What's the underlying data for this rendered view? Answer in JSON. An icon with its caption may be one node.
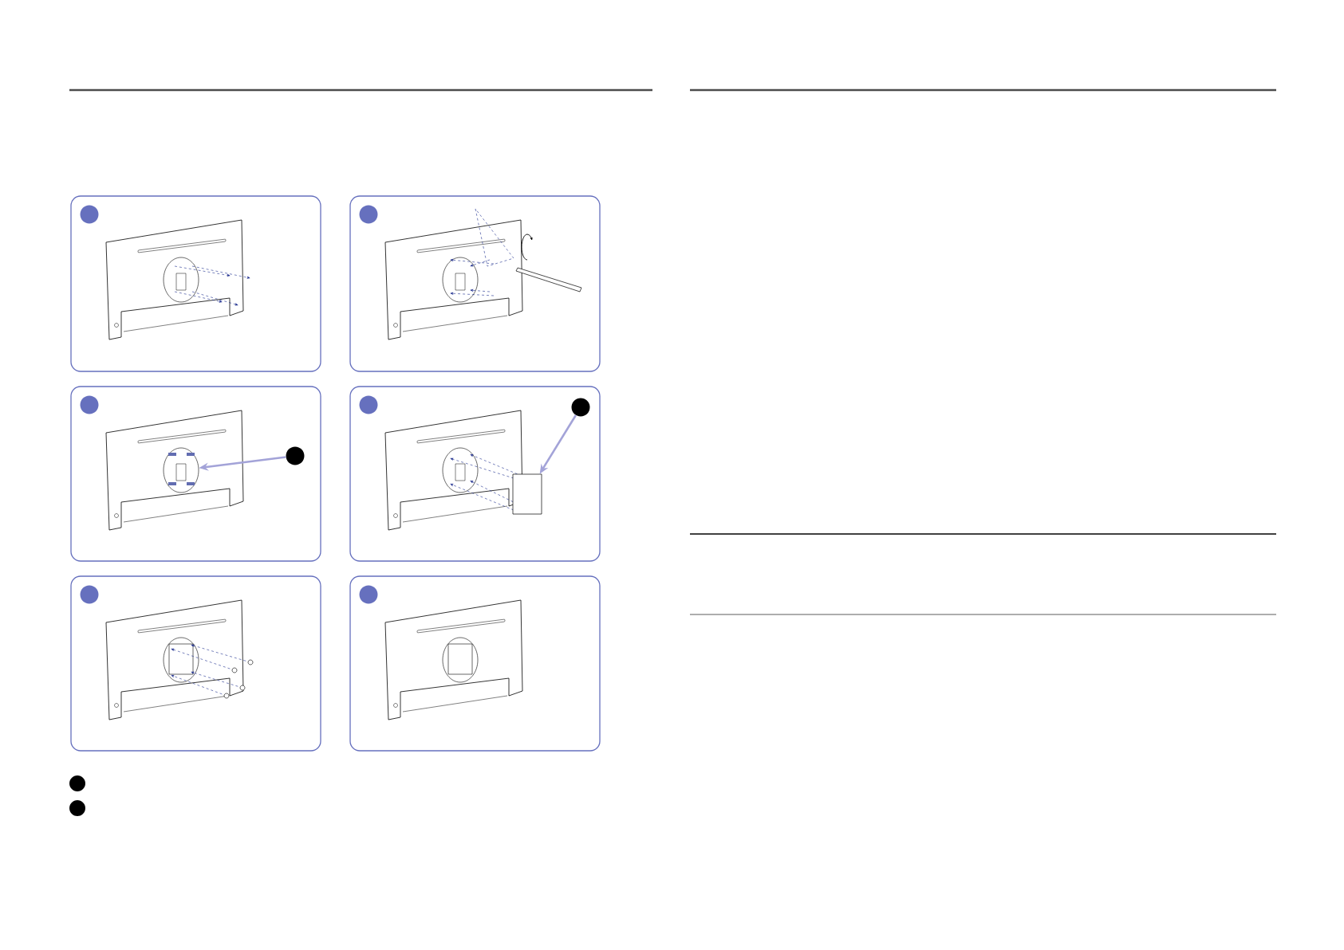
{
  "diagram": {
    "nodes": [
      {
        "text": [],
        "shape": "box"
      },
      {
        "text": [],
        "shape": "circle",
        "in": 0
      },
      {
        "text": [],
        "shape": "box"
      },
      {
        "text": [],
        "shape": "circle",
        "in": 2
      },
      {
        "text": [],
        "shape": "box"
      },
      {
        "text": [],
        "shape": "circle",
        "in": 4
      },
      {
        "text": [],
        "shape": "circle",
        "in": 4
      },
      {
        "text": [],
        "shape": "box"
      },
      {
        "text": [],
        "shape": "circle",
        "in": 7
      },
      {
        "text": [],
        "shape": "circle",
        "in": 7
      },
      {
        "text": [],
        "shape": "box"
      },
      {
        "text": [],
        "shape": "circle",
        "in": 10
      },
      {
        "text": [],
        "shape": "box"
      },
      {
        "text": [],
        "shape": "circle",
        "in": 12
      },
      {
        "text": [],
        "shape": "circle"
      },
      {
        "text": [],
        "shape": "circle"
      },
      {
        "text": [],
        "shape": "circle",
        "in": 4
      },
      {
        "text": [],
        "shape": "box",
        "in": 7
      }
    ],
    "edges": [
      {
        "from": 6,
        "to": 16,
        "arrow": "to"
      },
      {
        "from": 9,
        "to": 17,
        "arrow": "to"
      }
    ]
  }
}
